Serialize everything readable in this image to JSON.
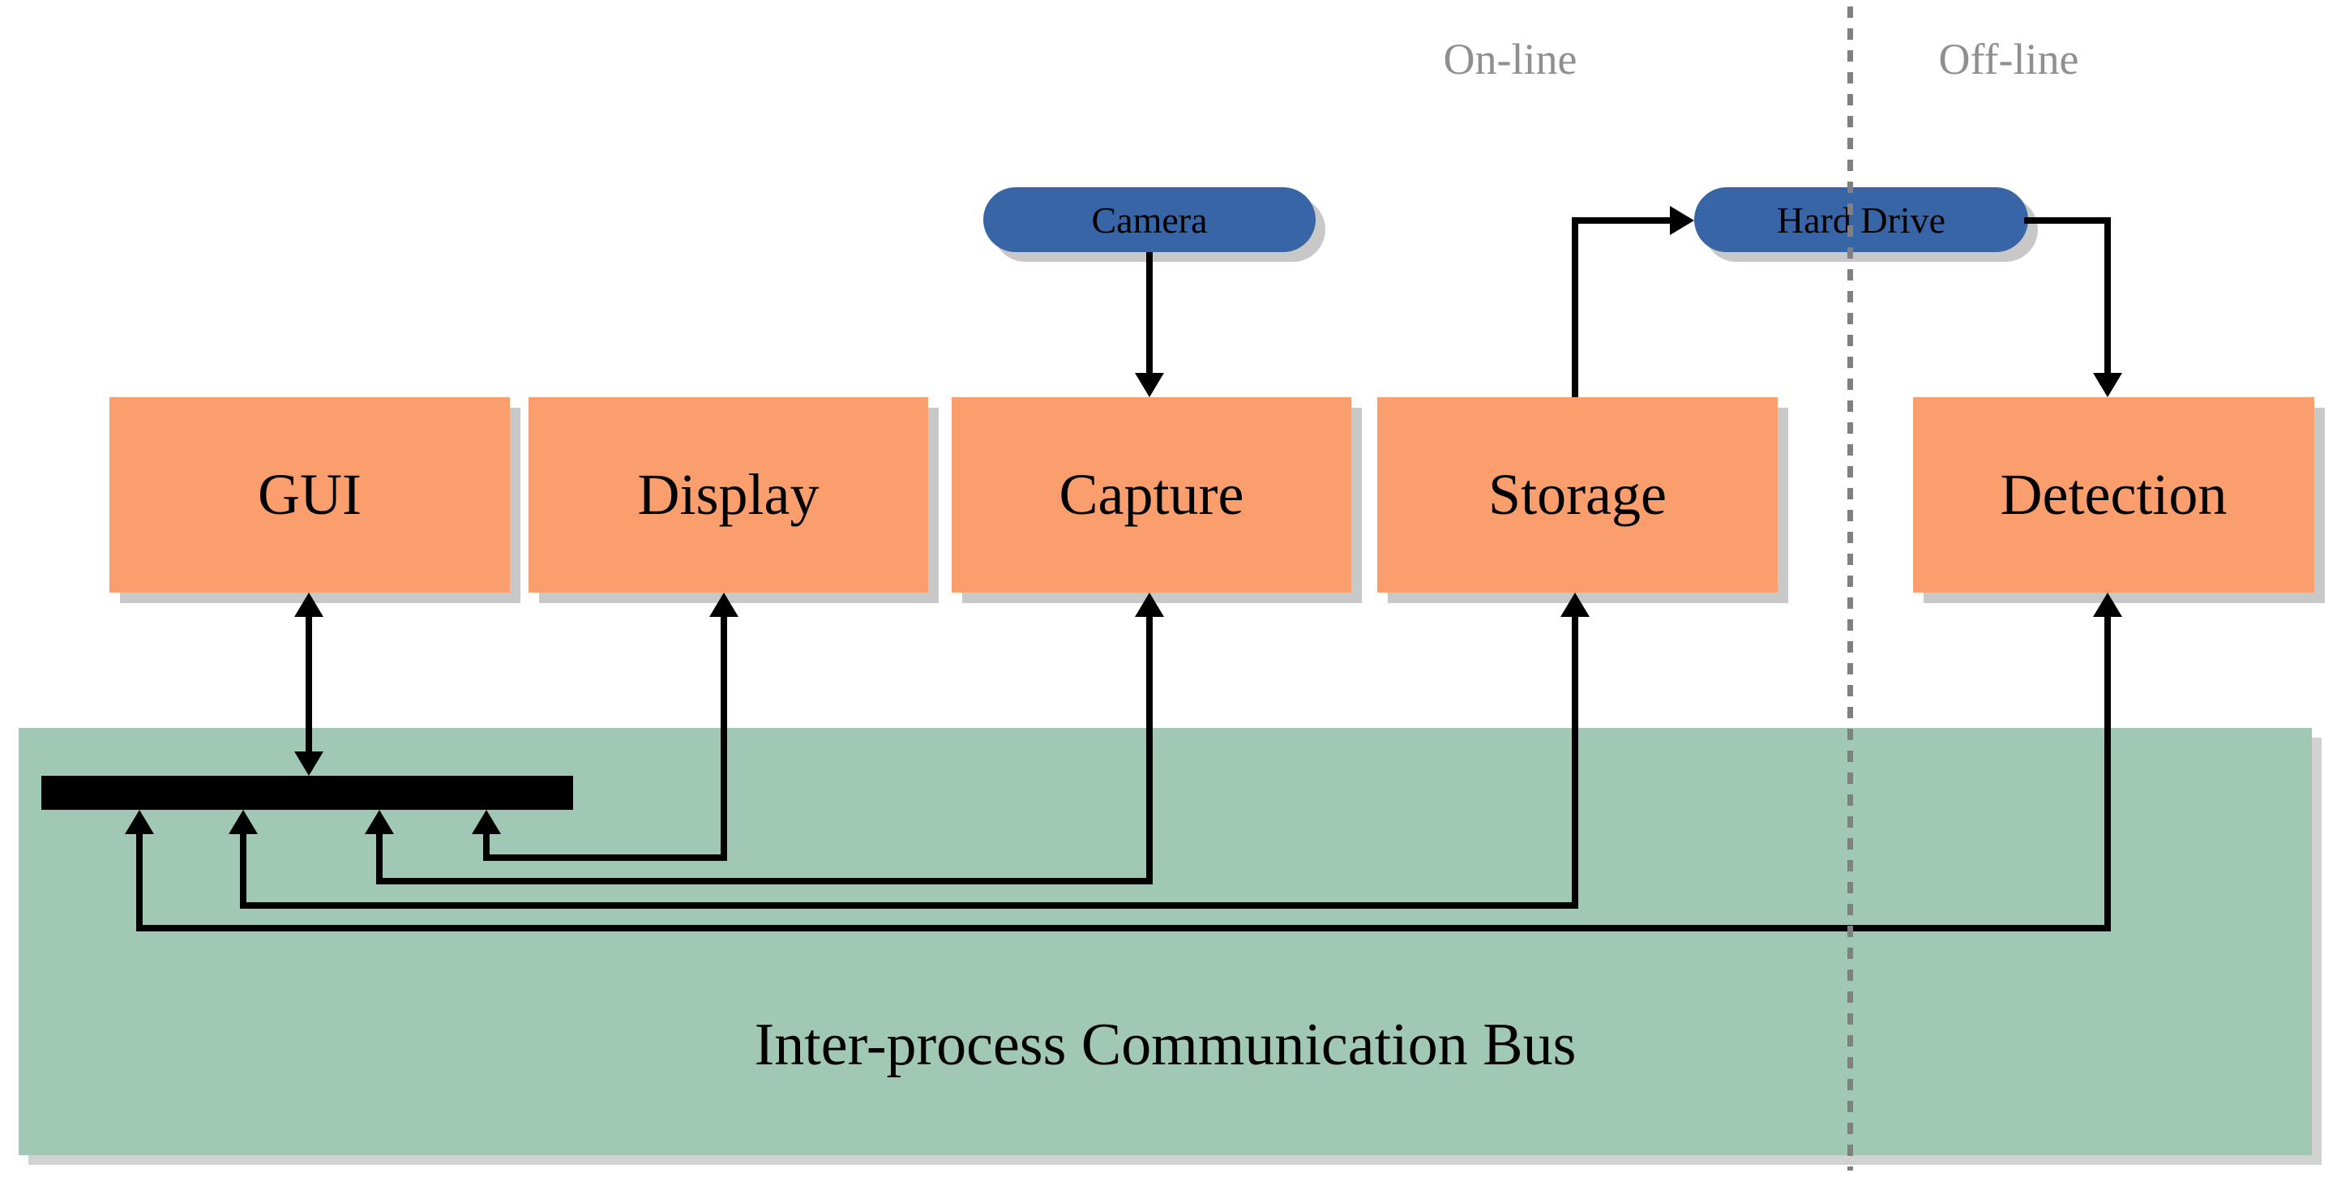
{
  "colors": {
    "module_fill": "#FA9E6E",
    "device_fill": "#3865A5",
    "bus_fill": "#A0C8B5",
    "shadow": "#C8C8C8",
    "divider": "#808080",
    "region_label_color": "#8F8F8F",
    "connector": "#000000"
  },
  "regions": {
    "online": "On-line",
    "offline": "Off-line"
  },
  "devices": {
    "camera": "Camera",
    "hard_drive": "Hard Drive"
  },
  "modules": [
    {
      "label": "GUI"
    },
    {
      "label": "Display"
    },
    {
      "label": "Capture"
    },
    {
      "label": "Storage"
    },
    {
      "label": "Detection"
    }
  ],
  "bus": {
    "label": "Inter-process Communication Bus"
  }
}
